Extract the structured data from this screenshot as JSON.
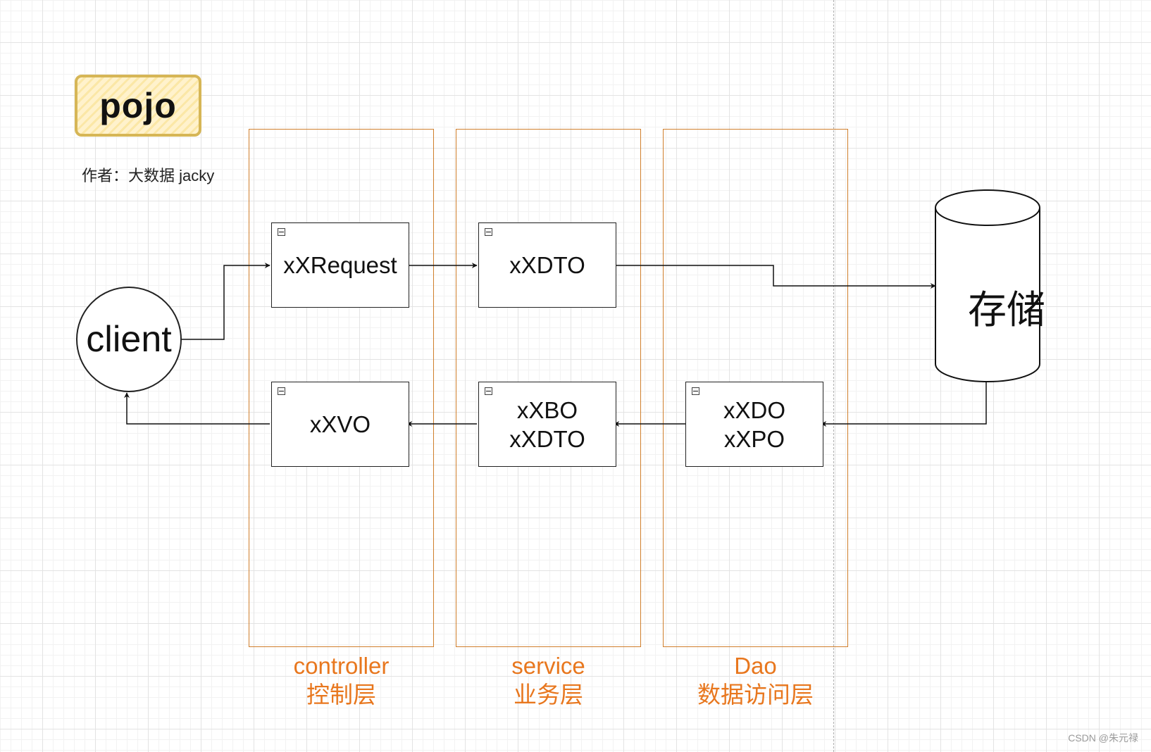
{
  "header": {
    "title": "pojo",
    "author": "作者：大数据 jacky"
  },
  "layers": [
    {
      "name": "controller",
      "label_cn": "控制层"
    },
    {
      "name": "service",
      "label_cn": "业务层"
    },
    {
      "name": "Dao",
      "label_cn": "数据访问层"
    }
  ],
  "nodes": {
    "client": "client",
    "storage": "存储",
    "xxrequest": "xXRequest",
    "xxdto_top": "xXDTO",
    "xxvo": "xXVO",
    "xxbo_xxdto": "xXBO\nxXDTO",
    "xxdo_xxpo": "xXDO\nxXPO"
  },
  "edges": [
    {
      "from": "client",
      "to": "xXRequest"
    },
    {
      "from": "xXRequest",
      "to": "xXDTO"
    },
    {
      "from": "xXDTO",
      "to": "存储"
    },
    {
      "from": "存储",
      "to": "xXDO xXPO"
    },
    {
      "from": "xXDO xXPO",
      "to": "xXBO xXDTO"
    },
    {
      "from": "xXBO xXDTO",
      "to": "xXVO"
    },
    {
      "from": "xXVO",
      "to": "client"
    }
  ],
  "watermark": "CSDN @朱元禄",
  "colors": {
    "layer_border": "#d07f2c",
    "layer_label": "#e8771e",
    "badge_border": "#d6b656",
    "badge_fill": "#fff2cc"
  }
}
